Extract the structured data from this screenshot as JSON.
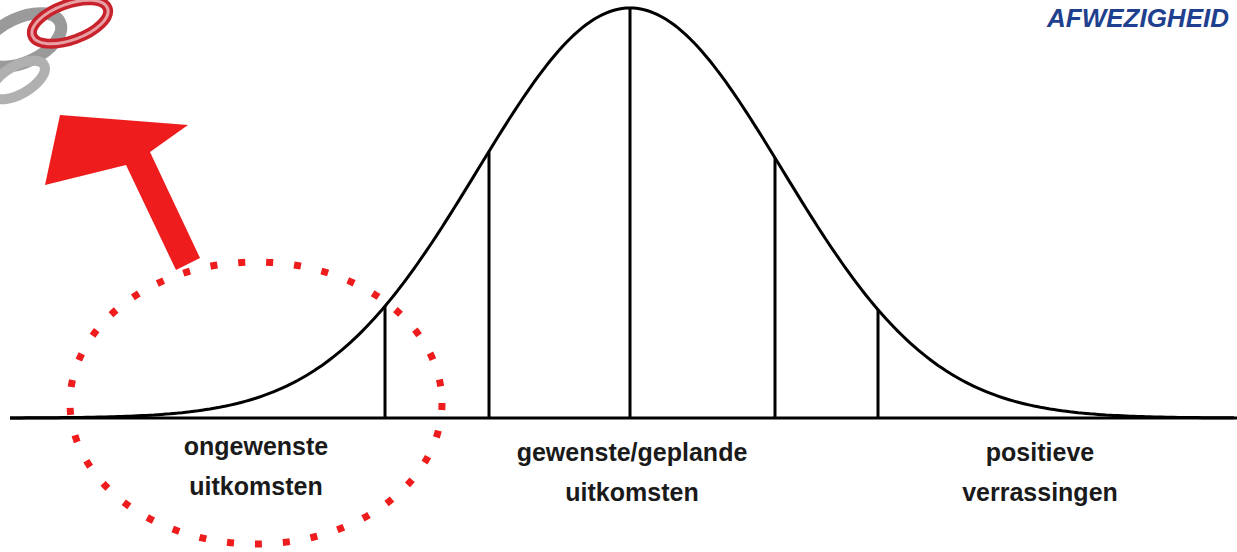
{
  "diagram": {
    "nodes": [
      {
        "text": [
          "ongewenste uitkomsten"
        ]
      }
    ],
    "labels": [
      "AFWEZIGHEID",
      "gewenste/geplande uitkomsten",
      "positieve verrassingen"
    ]
  }
}
